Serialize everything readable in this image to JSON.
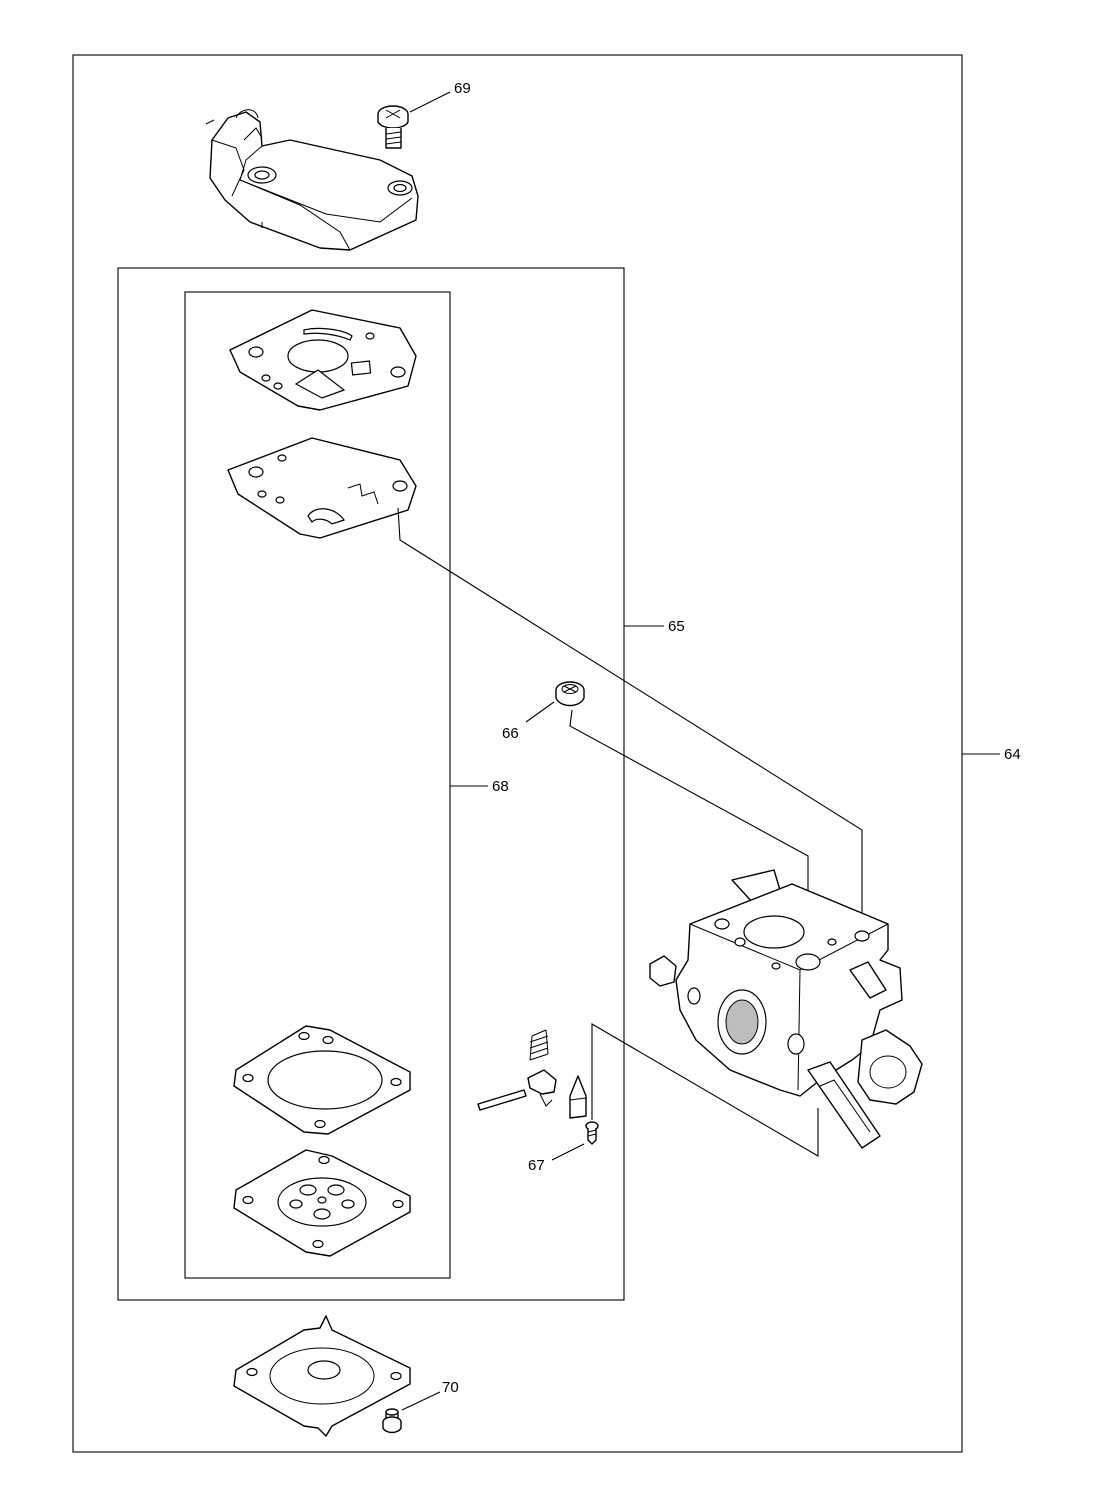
{
  "callouts": {
    "c64": "64",
    "c65": "65",
    "c66": "66",
    "c67": "67",
    "c68": "68",
    "c69": "69",
    "c70": "70"
  }
}
